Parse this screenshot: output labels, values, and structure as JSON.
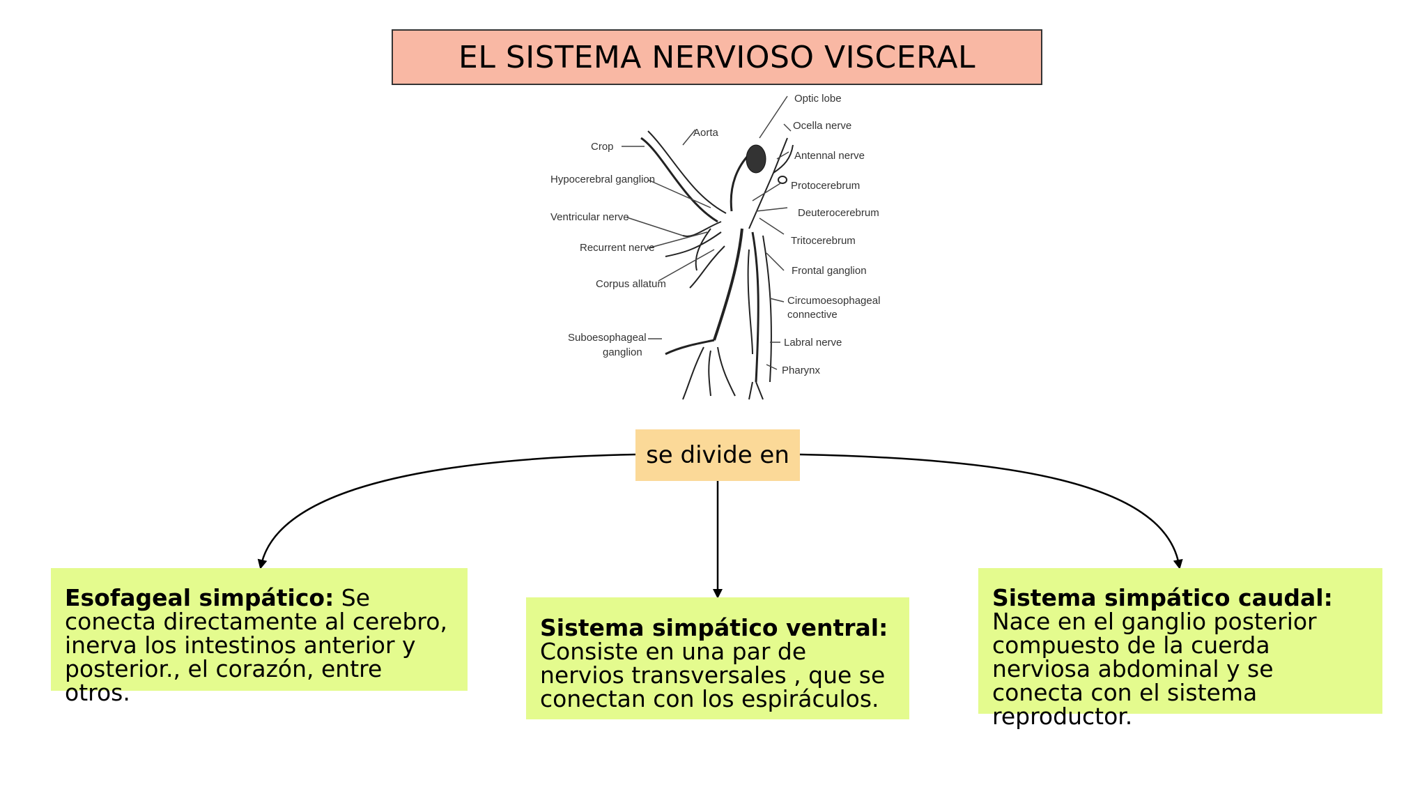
{
  "title": "EL SISTEMA NERVIOSO VISCERAL",
  "figure": {
    "labels_left": [
      "Crop",
      "Hypocerebral ganglion",
      "Ventricular nerve",
      "Recurrent nerve",
      "Corpus allatum",
      "Suboesophageal",
      "ganglion"
    ],
    "label_aorta": "Aorta",
    "labels_right": [
      "Optic lobe",
      "Ocella nerve",
      "Antennal nerve",
      "Protocerebrum",
      "Deuterocerebrum",
      "Tritocerebrum",
      "Frontal ganglion",
      "Circumoesophageal",
      "connective",
      "Labral nerve",
      "Pharynx"
    ]
  },
  "connector_label": "se divide en",
  "cards": {
    "left": {
      "heading": "Esofageal simpático:",
      "text": " Se conecta directamente al cerebro, inerva los intestinos anterior y posterior., el corazón, entre otros."
    },
    "middle": {
      "heading": "Sistema simpático ventral:",
      "text": " Consiste en una par de nervios transversales , que se conectan con los espiráculos."
    },
    "right": {
      "heading": "Sistema simpático caudal:",
      "text": " Nace en el ganglio posterior compuesto de la cuerda nerviosa abdominal y se conecta con el sistema reproductor."
    }
  }
}
